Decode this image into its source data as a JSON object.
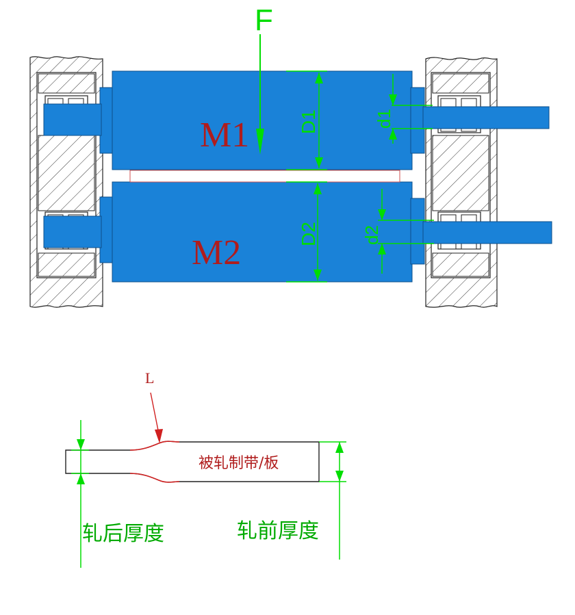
{
  "labels": {
    "force": "F",
    "roll_top": "M1",
    "roll_bottom": "M2",
    "dim_D1": "D1",
    "dim_d1": "d1",
    "dim_D2": "D2",
    "dim_d2": "d2",
    "transition": "L",
    "strip": "被轧制带/板",
    "exit_thickness": "轧后厚度",
    "entry_thickness": "轧前厚度"
  },
  "colors": {
    "roll_fill": "#1a82d8",
    "dimension_green": "#00dd00",
    "label_red": "#b01c1c",
    "outline": "#222222",
    "hatch": "#333333"
  }
}
